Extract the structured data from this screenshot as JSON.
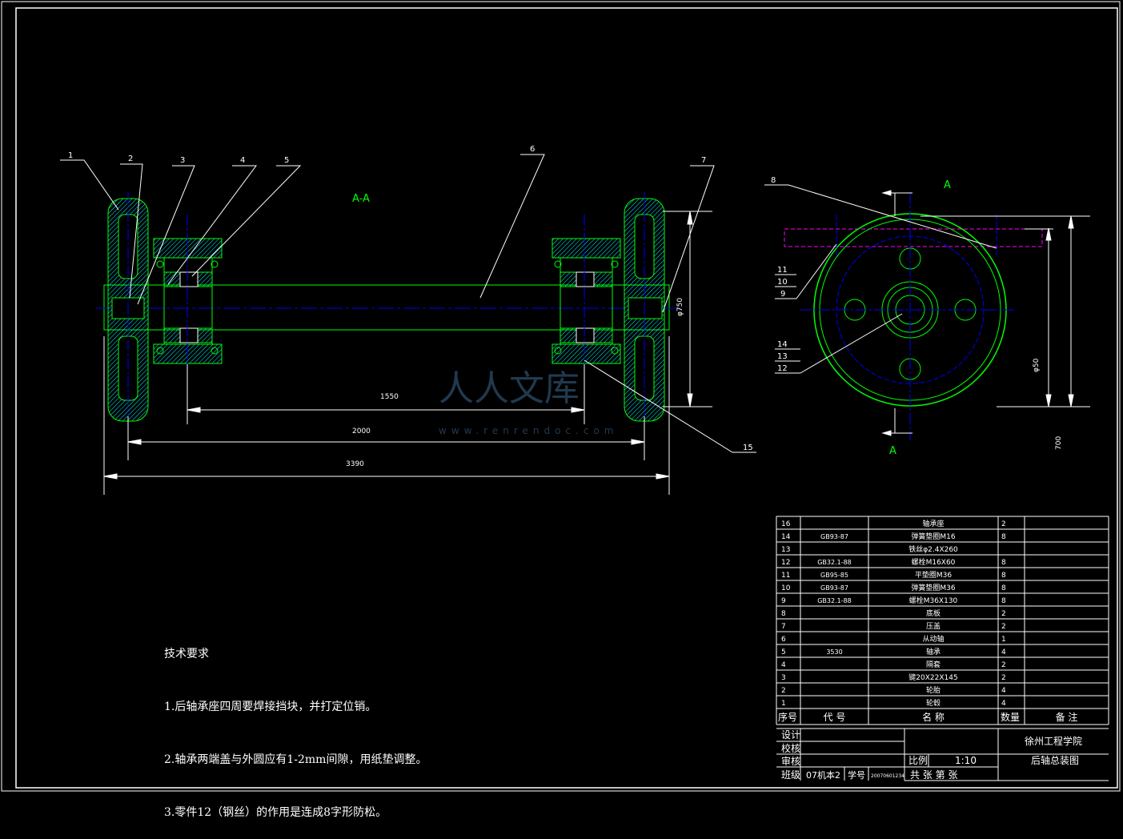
{
  "section_label": "A-A",
  "view_label": "A",
  "balloons": [
    "1",
    "2",
    "3",
    "4",
    "5",
    "6",
    "7",
    "8",
    "11",
    "10",
    "9",
    "14",
    "13",
    "12",
    "15"
  ],
  "dimensions": {
    "inner_span": "1550",
    "wheel_track": "2000",
    "overall_length": "3390",
    "wheel_dia": "φ750",
    "plate_dim": "φ50",
    "side_dim": "700"
  },
  "watermark": {
    "name": "人人文库",
    "url": "www.renrendoc.com"
  },
  "tech_requirements": {
    "title": "技术要求",
    "items": [
      "1.后轴承座四周要焊接挡块，并打定位销。",
      "2.轴承两端盖与外圆应有1-2mm间隙，用纸垫调整。",
      "3.零件12（钢丝）的作用是连成8字形防松。"
    ]
  },
  "parts_list": [
    {
      "no": "16",
      "code": "",
      "name": "轴承座",
      "qty": "2",
      "note": ""
    },
    {
      "no": "14",
      "code": "GB93-87",
      "name": "弹簧垫圈M16",
      "qty": "8",
      "note": ""
    },
    {
      "no": "13",
      "code": "",
      "name": "铁丝φ2.4X260",
      "qty": "",
      "note": ""
    },
    {
      "no": "12",
      "code": "GB32.1-88",
      "name": "螺栓M16X60",
      "qty": "8",
      "note": ""
    },
    {
      "no": "11",
      "code": "GB95-85",
      "name": "平垫圈M36",
      "qty": "8",
      "note": ""
    },
    {
      "no": "10",
      "code": "GB93-87",
      "name": "弹簧垫圈M36",
      "qty": "8",
      "note": ""
    },
    {
      "no": "9",
      "code": "GB32.1-88",
      "name": "螺栓M36X130",
      "qty": "8",
      "note": ""
    },
    {
      "no": "8",
      "code": "",
      "name": "底板",
      "qty": "2",
      "note": ""
    },
    {
      "no": "7",
      "code": "",
      "name": "压盖",
      "qty": "2",
      "note": ""
    },
    {
      "no": "6",
      "code": "",
      "name": "从动轴",
      "qty": "1",
      "note": ""
    },
    {
      "no": "5",
      "code": "3530",
      "name": "轴承",
      "qty": "4",
      "note": ""
    },
    {
      "no": "4",
      "code": "",
      "name": "隔套",
      "qty": "2",
      "note": ""
    },
    {
      "no": "3",
      "code": "",
      "name": "键20X22X145",
      "qty": "2",
      "note": ""
    },
    {
      "no": "2",
      "code": "",
      "name": "轮胎",
      "qty": "4",
      "note": ""
    },
    {
      "no": "1",
      "code": "",
      "name": "轮毂",
      "qty": "4",
      "note": ""
    }
  ],
  "table_header": {
    "no": "序号",
    "code": "代  号",
    "name": "名  称",
    "qty": "数量",
    "note": "备  注"
  },
  "title_block": {
    "design": "设计",
    "check": "校核",
    "review": "审核",
    "class_label": "班级",
    "class_value": "07机本2",
    "id_label": "学号",
    "id_value": "20070601234",
    "scale_label": "比例",
    "scale_value": "1:10",
    "sheets": "共    张  第    张",
    "school": "徐州工程学院",
    "drawing_name": "后轴总装图"
  },
  "colors": {
    "outline": "#00ff00",
    "centerline": "#0000ff",
    "text": "#ffffff",
    "hatch": "#00ffff",
    "plate": "#ff00ff",
    "background": "#000000"
  }
}
